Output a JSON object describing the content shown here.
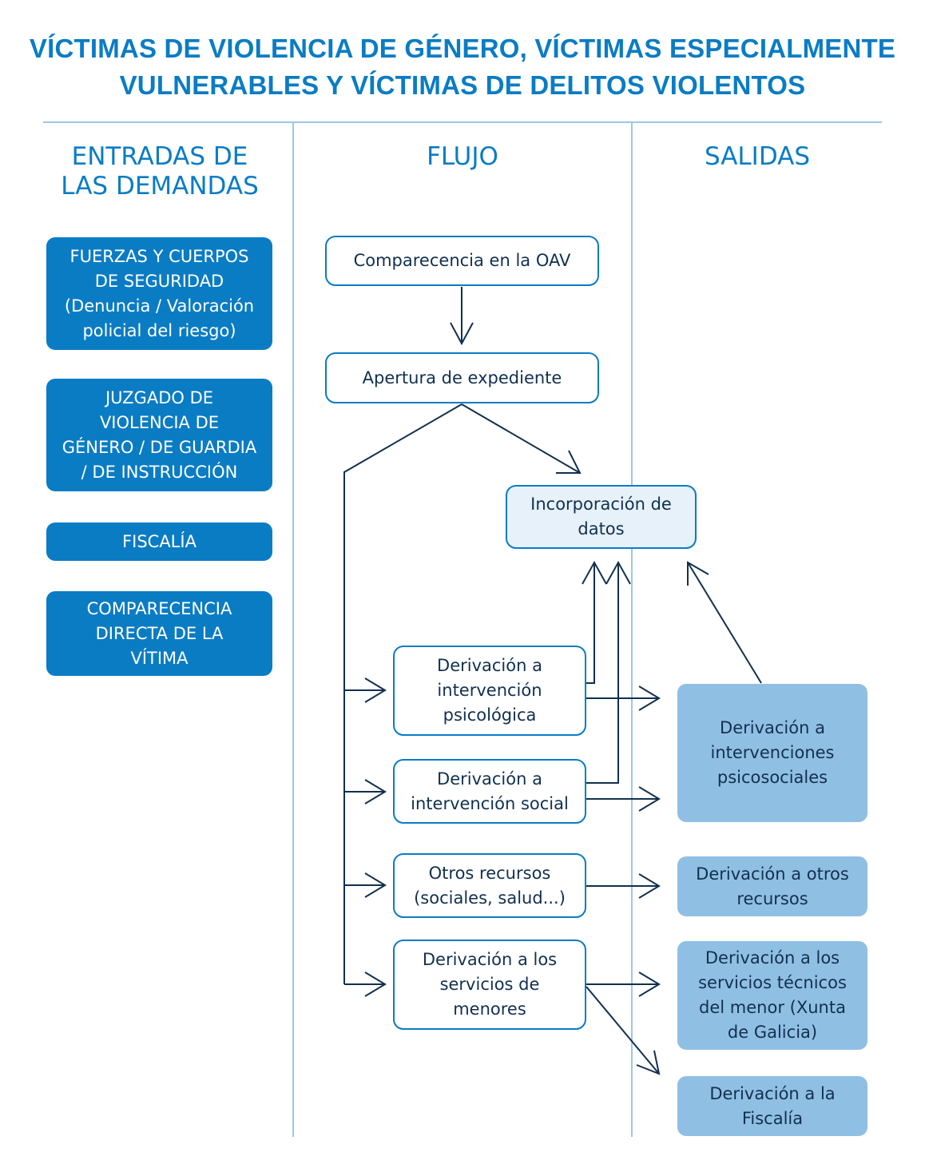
{
  "title": "VÍCTIMAS DE VIOLENCIA DE GÉNERO, VÍCTIMAS ESPECIALMENTE\nVULNERABLES Y VÍCTIMAS DE DELITOS VIOLENTOS",
  "columns": {
    "inputs": "ENTRADAS DE\nLAS DEMANDAS",
    "flow": "FLUJO",
    "outputs": "SALIDAS"
  },
  "inputs": [
    {
      "label": "FUERZAS Y CUERPOS\nDE SEGURIDAD\n(Denuncia / Valoración\npolicial del riesgo)"
    },
    {
      "label": "JUZGADO DE\nVIOLENCIA DE\nGÉNERO / DE GUARDIA\n/ DE INSTRUCCIÓN"
    },
    {
      "label": "FISCALÍA"
    },
    {
      "label": "COMPARECENCIA\nDIRECTA DE LA\nVÍTIMA"
    }
  ],
  "flow": {
    "comparecencia": "Comparecencia en la OAV",
    "apertura": "Apertura de expediente",
    "incorporacion": "Incorporación de\ndatos",
    "psicologica": "Derivación a\nintervención\npsicológica",
    "social": "Derivación a\nintervención social",
    "otros": "Otros recursos\n(sociales, salud...)",
    "menores": "Derivación a los\nservicios de\nmenores"
  },
  "outputs": {
    "psicosociales": "Derivación a\nintervenciones\npsicosociales",
    "otros_recursos": "Derivación a otros\nrecursos",
    "tecnicos_menor": "Derivación a los\nservicios técnicos\ndel menor (Xunta\nde Galicia)",
    "fiscalia": "Derivación a la\nFiscalía"
  },
  "colors": {
    "accent": "#0a7cc4",
    "output_fill": "#90bfe4",
    "light_fill": "#e6f1fa",
    "arrow": "#12304f",
    "divider": "#9ec6e6"
  }
}
